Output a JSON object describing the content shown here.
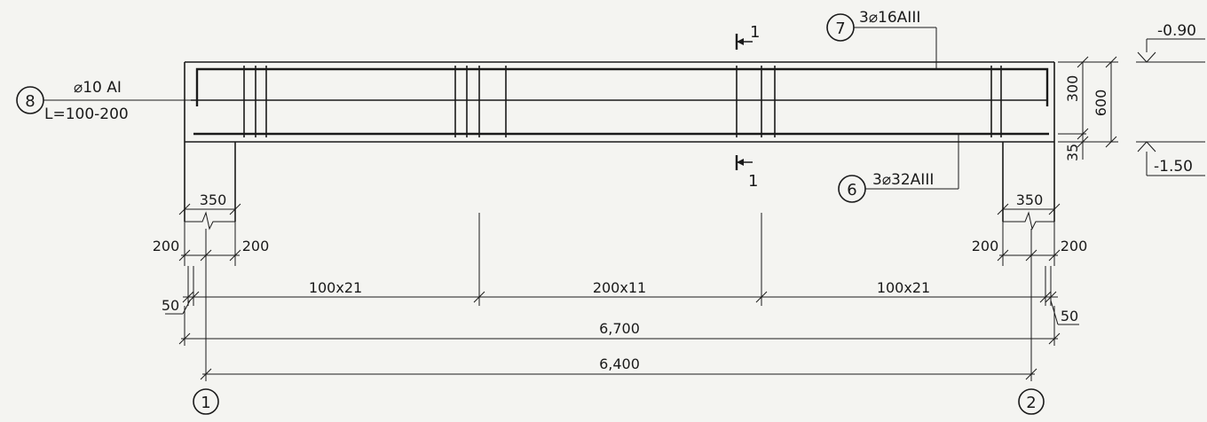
{
  "drawing": {
    "section_mark": "1",
    "elevation_top": "-0.90",
    "elevation_bottom": "-1.50",
    "callouts": {
      "top_bars": {
        "number": "7",
        "label": "3⌀16AIII"
      },
      "bottom_bars": {
        "number": "6",
        "label": "3⌀32AIII"
      },
      "stirrups": {
        "number": "8",
        "label_line1": "⌀10 AI",
        "label_line2": "L=100-200"
      }
    },
    "dims": {
      "beam_depth": "600",
      "upper_depth": "300",
      "cover": "35",
      "support_width": "350",
      "offset": "200",
      "end_spacing": "50",
      "stirrups_end": "100x21",
      "stirrups_mid": "200x11",
      "total_length": "6,700",
      "axis_span": "6,400"
    },
    "axes": [
      "1",
      "2"
    ]
  }
}
